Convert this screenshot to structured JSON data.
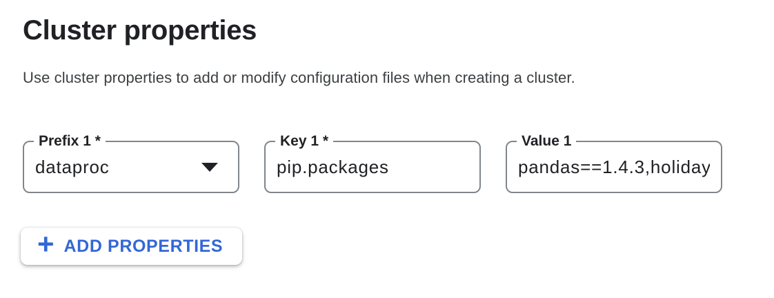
{
  "header": {
    "title": "Cluster properties",
    "description": "Use cluster properties to add or modify configuration files when creating a cluster."
  },
  "properties_row": {
    "prefix": {
      "label": "Prefix 1 *",
      "value": "dataproc",
      "control": "select"
    },
    "key": {
      "label": "Key 1 *",
      "value": "pip.packages",
      "control": "text-input"
    },
    "value": {
      "label": "Value 1",
      "value": "pandas==1.4.3,holiday",
      "control": "text-input",
      "display_truncated": true
    }
  },
  "add_button": {
    "plus": "+",
    "label": "ADD PROPERTIES"
  },
  "colors": {
    "accent_blue": "#3367d6",
    "field_border_gray": "#80868b",
    "text_dark": "#202124",
    "text_secondary": "#3c4043",
    "background": "#ffffff"
  }
}
